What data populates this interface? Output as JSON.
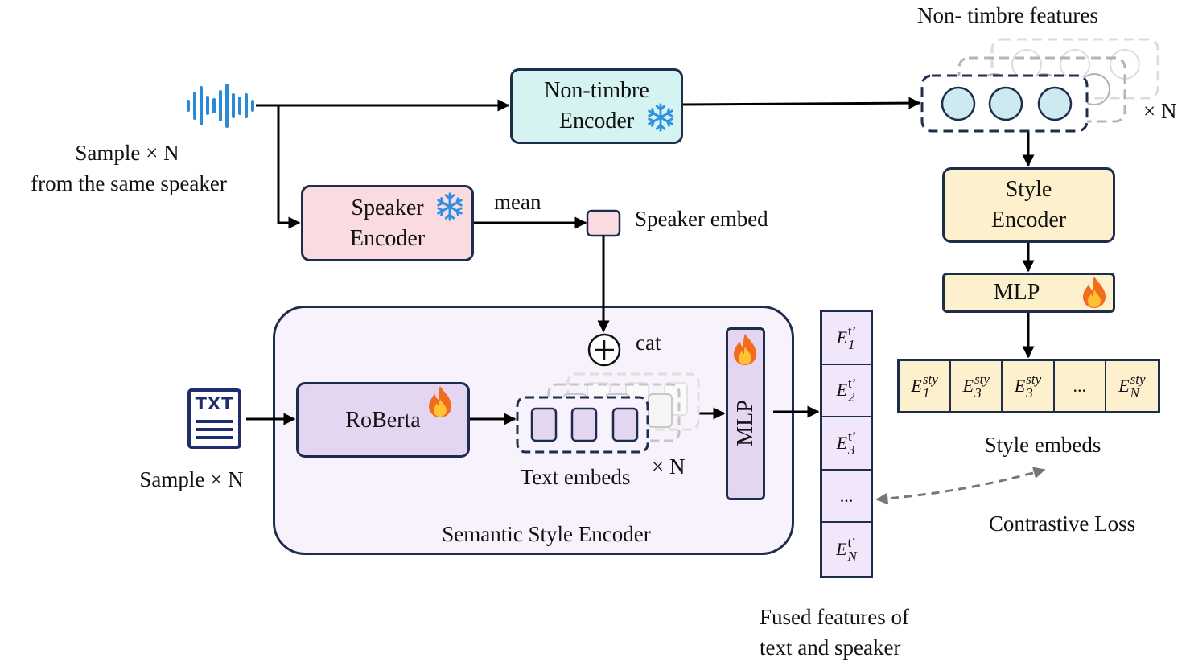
{
  "labels": {
    "non_timbre_features": "Non- timbre features",
    "sample_n_audio_1": "Sample × N",
    "sample_n_audio_2": "from the same speaker",
    "mean": "mean",
    "speaker_embed": "Speaker embed",
    "times_n_top": "× N",
    "cat": "cat",
    "sample_n_text": "Sample × N",
    "text_embeds": "Text embeds",
    "times_n_text": "× N",
    "semantic_style_encoder": "Semantic Style Encoder",
    "style_embeds": "Style embeds",
    "contrastive_loss": "Contrastive Loss",
    "fused_1": "Fused features of",
    "fused_2": "text and speaker"
  },
  "boxes": {
    "non_timbre_encoder_1": "Non-timbre",
    "non_timbre_encoder_2": "Encoder",
    "speaker_encoder_1": "Speaker",
    "speaker_encoder_2": "Encoder",
    "style_encoder_1": "Style",
    "style_encoder_2": "Encoder",
    "mlp_top": "MLP",
    "roberta": "RoBerta",
    "mlp_vertical": "MLP",
    "txt_icon": "TXT"
  },
  "style_embed_cells": [
    {
      "base": "E",
      "sup": "sty",
      "sub": "1"
    },
    {
      "base": "E",
      "sup": "sty",
      "sub": "3"
    },
    {
      "base": "E",
      "sup": "sty",
      "sub": "3"
    },
    {
      "base": "...",
      "sup": "",
      "sub": ""
    },
    {
      "base": "E",
      "sup": "sty",
      "sub": "N"
    }
  ],
  "fused_cells": [
    {
      "base": "E",
      "sup": "t’",
      "sub": "1"
    },
    {
      "base": "E",
      "sup": "t’",
      "sub": "2"
    },
    {
      "base": "E",
      "sup": "t’",
      "sub": "3"
    },
    {
      "base": "...",
      "sup": "",
      "sub": ""
    },
    {
      "base": "E",
      "sup": "t’",
      "sub": "N"
    }
  ],
  "icons": {
    "frozen": "snowflake-icon",
    "trainable": "fire-icon",
    "audio": "waveform-icon",
    "text": "text-document-icon",
    "concat": "circled-plus-icon"
  },
  "colors": {
    "line": "#000000",
    "box_border": "#1f2d4d",
    "non_timbre_fill": "#d5f3f1",
    "speaker_fill": "#f9dbe0",
    "style_fill": "#fdf0cd",
    "purple_fill": "#e4d5f1",
    "panel_fill": "#f7f2fb",
    "circle_fill": "#cdeaf0",
    "audio_blue": "#2b8ad8",
    "dashed_gray": "#8a8a8a"
  }
}
